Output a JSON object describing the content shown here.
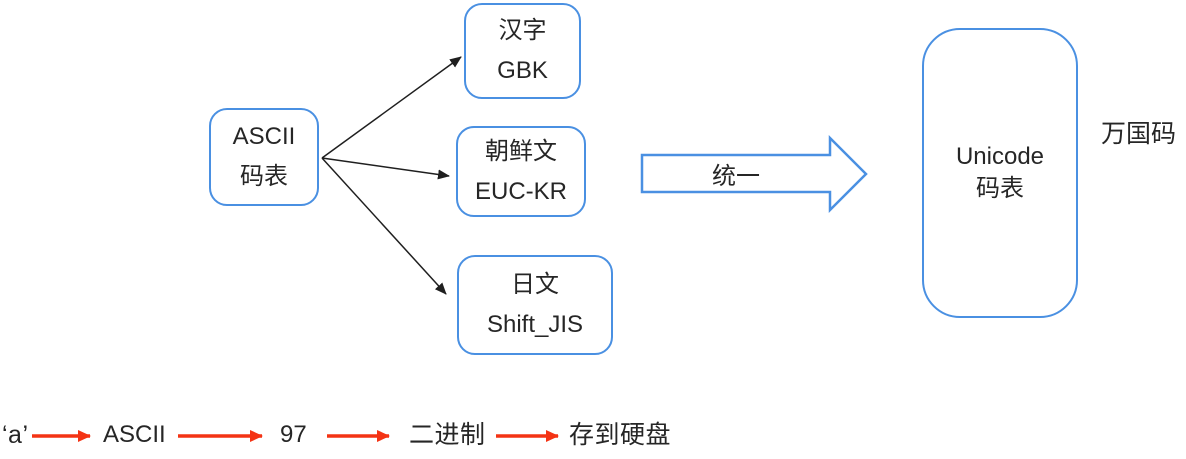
{
  "nodes": {
    "ascii": {
      "line1": "ASCII",
      "line2": "码表"
    },
    "gbk": {
      "line1": "汉字",
      "line2": "GBK"
    },
    "euckr": {
      "line1": "朝鲜文",
      "line2": "EUC-KR"
    },
    "shiftjis": {
      "line1": "日文",
      "line2": "Shift_JIS"
    },
    "unicode": {
      "line1": "Unicode",
      "line2": "码表"
    },
    "unicode_note": "万国码"
  },
  "unify_arrow": {
    "label": "统一"
  },
  "flow": {
    "items": [
      {
        "label": "‘a’"
      },
      {
        "label": "ASCII"
      },
      {
        "label": "97"
      },
      {
        "label": "二进制"
      },
      {
        "label": "存到硬盘"
      }
    ]
  },
  "colors": {
    "box_border": "#4a90e2",
    "black_arrow": "#1f1f1f",
    "red_arrow": "#f43314",
    "text": "#262626",
    "background": "#ffffff"
  }
}
